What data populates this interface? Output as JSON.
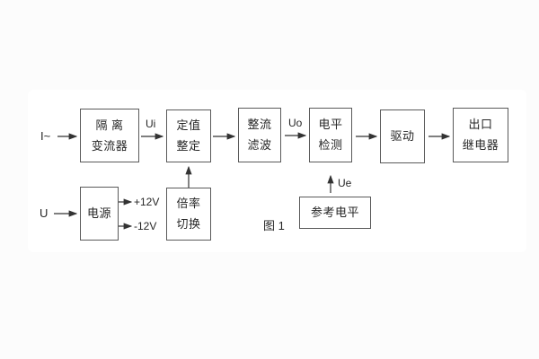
{
  "diagram": {
    "caption": "图 1",
    "boxes": {
      "isolation_transformer": {
        "line1": "隔 离",
        "line2": "变流器"
      },
      "setpoint_adjust": {
        "line1": "定值",
        "line2": "整定"
      },
      "rectifier_filter": {
        "line1": "整流",
        "line2": "滤波"
      },
      "level_detector": {
        "line1": "电平",
        "line2": "检测"
      },
      "driver": {
        "line1": "驱动"
      },
      "output_relay": {
        "line1": "出口",
        "line2": "继电器"
      },
      "power_supply": {
        "line1": "电源"
      },
      "ratio_switch": {
        "line1": "倍率",
        "line2": "切换"
      },
      "reference_level": {
        "line1": "参考电平"
      }
    },
    "labels": {
      "input_current": "I~",
      "input_voltage": "U",
      "ui": "Ui",
      "uo": "Uo",
      "ue": "Ue",
      "plus_12v": "+12V",
      "minus_12v": "-12V"
    },
    "colors": {
      "line": "#333333",
      "border": "#5a5a5a",
      "text": "#262626",
      "panel": "#ffffff",
      "page": "#fcfcfc"
    }
  }
}
